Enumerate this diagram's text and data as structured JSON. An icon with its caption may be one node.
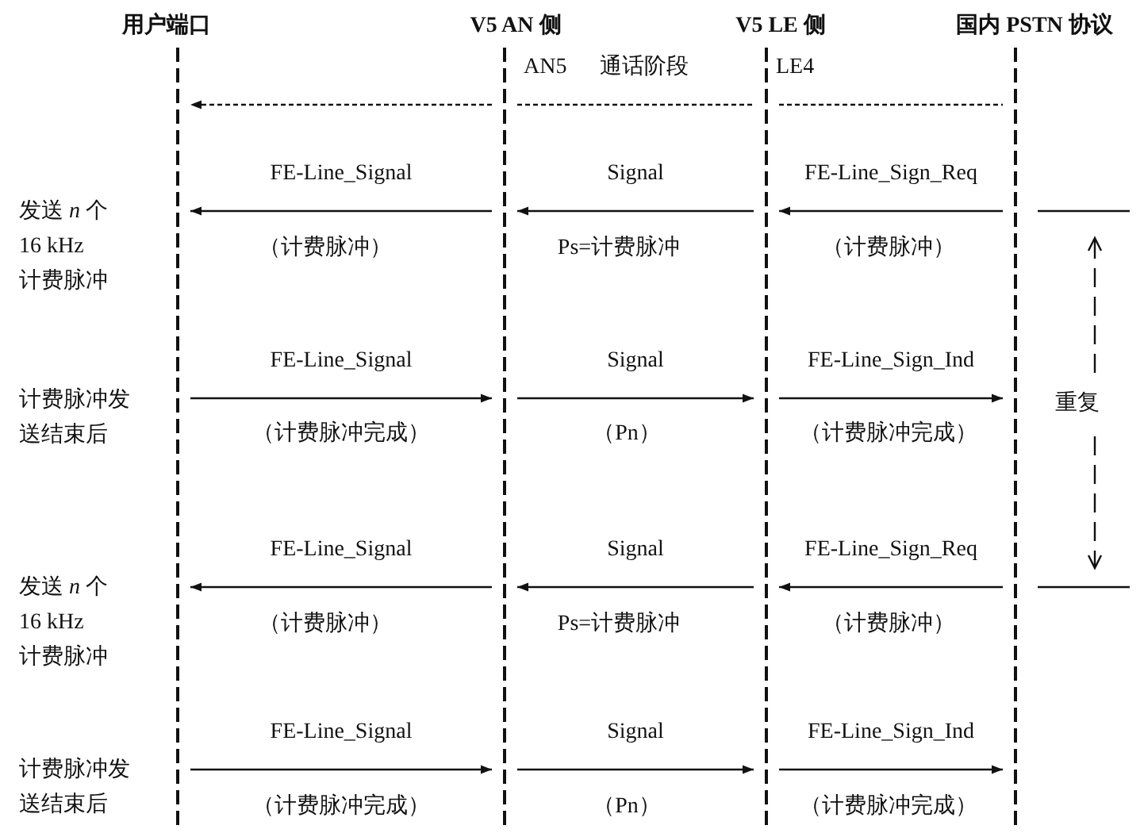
{
  "diagram": {
    "nodes": [
      {
        "text": [],
        "shape": "line",
        "beside": [
          "用户端口"
        ]
      },
      {
        "text": [],
        "shape": "line",
        "beside": [
          "V5 AN 侧"
        ]
      },
      {
        "text": [],
        "shape": "line",
        "beside": [
          "V5 LE 侧"
        ]
      },
      {
        "text": [],
        "shape": "line",
        "beside": [
          "国内 PSTN 协议"
        ]
      }
    ],
    "edges": [
      {
        "from": 1,
        "to": 0,
        "arrow": "to",
        "style": "dashed"
      },
      {
        "from": 1,
        "to": 2,
        "arrow": "none",
        "style": "dashed"
      },
      {
        "from": 2,
        "to": 3,
        "arrow": "none",
        "style": "dashed"
      },
      {
        "from": 1,
        "to": 0,
        "arrow": "to",
        "label": "FE-Line_Signal"
      },
      {
        "from": 2,
        "to": 1,
        "arrow": "to",
        "label": "Signal"
      },
      {
        "from": 3,
        "to": 2,
        "arrow": "to",
        "label": "FE-Line_Sign_Req"
      },
      {
        "from": 0,
        "to": 1,
        "arrow": "to",
        "label": "FE-Line_Signal"
      },
      {
        "from": 1,
        "to": 2,
        "arrow": "to",
        "label": "Signal"
      },
      {
        "from": 2,
        "to": 3,
        "arrow": "to",
        "label": "FE-Line_Sign_Ind"
      },
      {
        "from": 1,
        "to": 0,
        "arrow": "to",
        "label": "FE-Line_Signal"
      },
      {
        "from": 2,
        "to": 1,
        "arrow": "to",
        "label": "Signal"
      },
      {
        "from": 3,
        "to": 2,
        "arrow": "to",
        "label": "FE-Line_Sign_Req"
      },
      {
        "from": 0,
        "to": 1,
        "arrow": "to",
        "label": "FE-Line_Signal"
      },
      {
        "from": 1,
        "to": 2,
        "arrow": "to",
        "label": "Signal"
      },
      {
        "from": 2,
        "to": 3,
        "arrow": "to",
        "label": "FE-Line_Sign_Ind"
      }
    ],
    "labels": [
      "AN5",
      "通话阶段",
      "LE4",
      "发送 *n* 个 16 kHz 计费脉冲",
      "（计费脉冲）",
      "Ps=计费脉冲",
      "（计费脉冲）",
      "计费脉冲发送结束后",
      "（计费脉冲完成）",
      "（Pn）",
      "（计费脉冲完成）",
      "重复",
      "发送 *n* 个 16 kHz 计费脉冲",
      "（计费脉冲）",
      "Ps=计费脉冲",
      "（计费脉冲）",
      "计费脉冲发送结束后",
      "（计费脉冲完成）",
      "（Pn）",
      "（计费脉冲完成）"
    ]
  }
}
